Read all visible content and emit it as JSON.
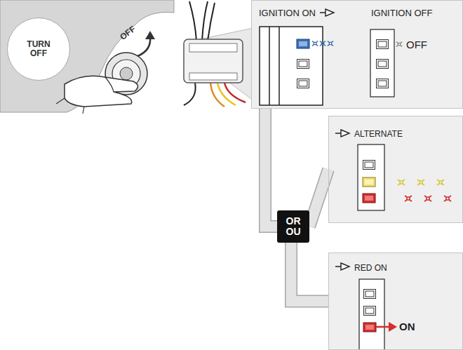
{
  "diagram": {
    "nodes": [
      {
        "text": [
          "TURN OFF"
        ]
      },
      {
        "text": [
          "IGNITION ON",
          "IGNITION OFF",
          "OFF"
        ]
      },
      {
        "text": [
          "OR OU"
        ]
      },
      {
        "text": [
          "ALTERNATE"
        ]
      },
      {
        "text": [
          "RED ON",
          "ON"
        ]
      }
    ],
    "edges": [
      {
        "from": 1,
        "to": 2,
        "arrow": "none"
      },
      {
        "from": 2,
        "to": 3,
        "arrow": "none"
      },
      {
        "from": 2,
        "to": 4,
        "arrow": "none"
      }
    ],
    "labels": [
      "OFF"
    ]
  }
}
